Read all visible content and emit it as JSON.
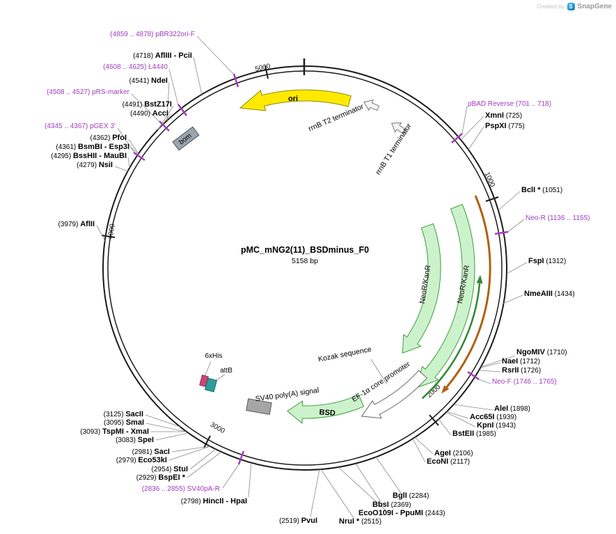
{
  "watermark": {
    "created_by": "Created by",
    "brand": "SnapGene"
  },
  "plasmid": {
    "name": "pMC_mNG2(11)_BSDminus_F0",
    "size": "5158 bp"
  },
  "scale_ticks": {
    "t1000": "1000",
    "t2000": "2000",
    "t3000": "3000",
    "t4000": "4000",
    "t5000": "5000"
  },
  "features": {
    "ori": "ori",
    "rrnb_t2": "rrnB T2 terminator",
    "rrnb_t1": "rrnB T1 terminator",
    "bom": "bom",
    "neor_kanr": "NeoR/KanR",
    "bsd": "BSD",
    "ef1a_promoter": "EF-1α core promoter",
    "sv40_polya": "SV40 poly(A) signal",
    "kozak": "Kozak sequence",
    "his6": "6xHis",
    "attb": "attB"
  },
  "colors": {
    "primer_purple": "#a13bbe",
    "cds_green_fill": "#ccf2cc",
    "cds_green_stroke": "#3c9e3c",
    "ori_yellow": "#ffe900",
    "orange_arc": "#b06010"
  },
  "labels": {
    "left": [
      {
        "pos": "(4859 .. 4878)",
        "name": "pBR322ori-F",
        "primer": true
      },
      {
        "pos": "(4718)",
        "name": "AflIII - PciI"
      },
      {
        "pos": "(4608 .. 4625)",
        "name": "L4440",
        "primer": true
      },
      {
        "pos": "(4541)",
        "name": "NdeI"
      },
      {
        "pos": "(4508 .. 4527)",
        "name": "pRS-marker",
        "primer": true
      },
      {
        "pos": "(4491)",
        "name": "BstZ17I"
      },
      {
        "pos": "(4490)",
        "name": "AccI"
      },
      {
        "pos": "(4345 .. 4367)",
        "name": "pGEX 3'",
        "primer": true
      },
      {
        "pos": "(4362)",
        "name": "PfoI"
      },
      {
        "pos": "(4361)",
        "name": "BsmBI - Esp3I"
      },
      {
        "pos": "(4295)",
        "name": "BssHII - MauBI"
      },
      {
        "pos": "(4279)",
        "name": "NsiI"
      },
      {
        "pos": "(3979)",
        "name": "AflII"
      },
      {
        "pos": "(3125)",
        "name": "SacII"
      },
      {
        "pos": "(3095)",
        "name": "SmaI"
      },
      {
        "pos": "(3093)",
        "name": "TspMI - XmaI"
      },
      {
        "pos": "(3083)",
        "name": "SpeI"
      },
      {
        "pos": "(2981)",
        "name": "SacI"
      },
      {
        "pos": "(2979)",
        "name": "Eco53kI"
      },
      {
        "pos": "(2954)",
        "name": "StuI"
      },
      {
        "pos": "(2929)",
        "name": "BspEI *"
      },
      {
        "pos": "(2836 .. 2855)",
        "name": "SV40pA-R",
        "primer": true
      },
      {
        "pos": "(2798)",
        "name": "HincII - HpaI"
      },
      {
        "pos": "(2519)",
        "name": "PvuI"
      }
    ],
    "right": [
      {
        "name": "pBAD Reverse",
        "pos": "(701 .. 718)",
        "primer": true
      },
      {
        "name": "XmnI",
        "pos": "(725)"
      },
      {
        "name": "PspXI",
        "pos": "(775)"
      },
      {
        "name": "BclI *",
        "pos": "(1051)"
      },
      {
        "name": "Neo-R",
        "pos": "(1136 .. 1155)",
        "primer": true
      },
      {
        "name": "FspI",
        "pos": "(1312)"
      },
      {
        "name": "NmeAIII",
        "pos": "(1434)"
      },
      {
        "name": "NgoMIV",
        "pos": "(1710)"
      },
      {
        "name": "NaeI",
        "pos": "(1712)"
      },
      {
        "name": "RsrII",
        "pos": "(1726)"
      },
      {
        "name": "Neo-F",
        "pos": "(1746 .. 1765)",
        "primer": true
      },
      {
        "name": "AleI",
        "pos": "(1898)"
      },
      {
        "name": "Acc65I",
        "pos": "(1939)"
      },
      {
        "name": "KpnI",
        "pos": "(1943)"
      },
      {
        "name": "BstEII",
        "pos": "(1985)"
      },
      {
        "name": "AgeI",
        "pos": "(2106)"
      },
      {
        "name": "EcoNI",
        "pos": "(2117)"
      },
      {
        "name": "BglI",
        "pos": "(2284)"
      },
      {
        "name": "BbsI",
        "pos": "(2369)"
      },
      {
        "name": "EcoO109I - PpuMI",
        "pos": "(2443)"
      },
      {
        "name": "NruI *",
        "pos": "(2515)"
      }
    ]
  }
}
